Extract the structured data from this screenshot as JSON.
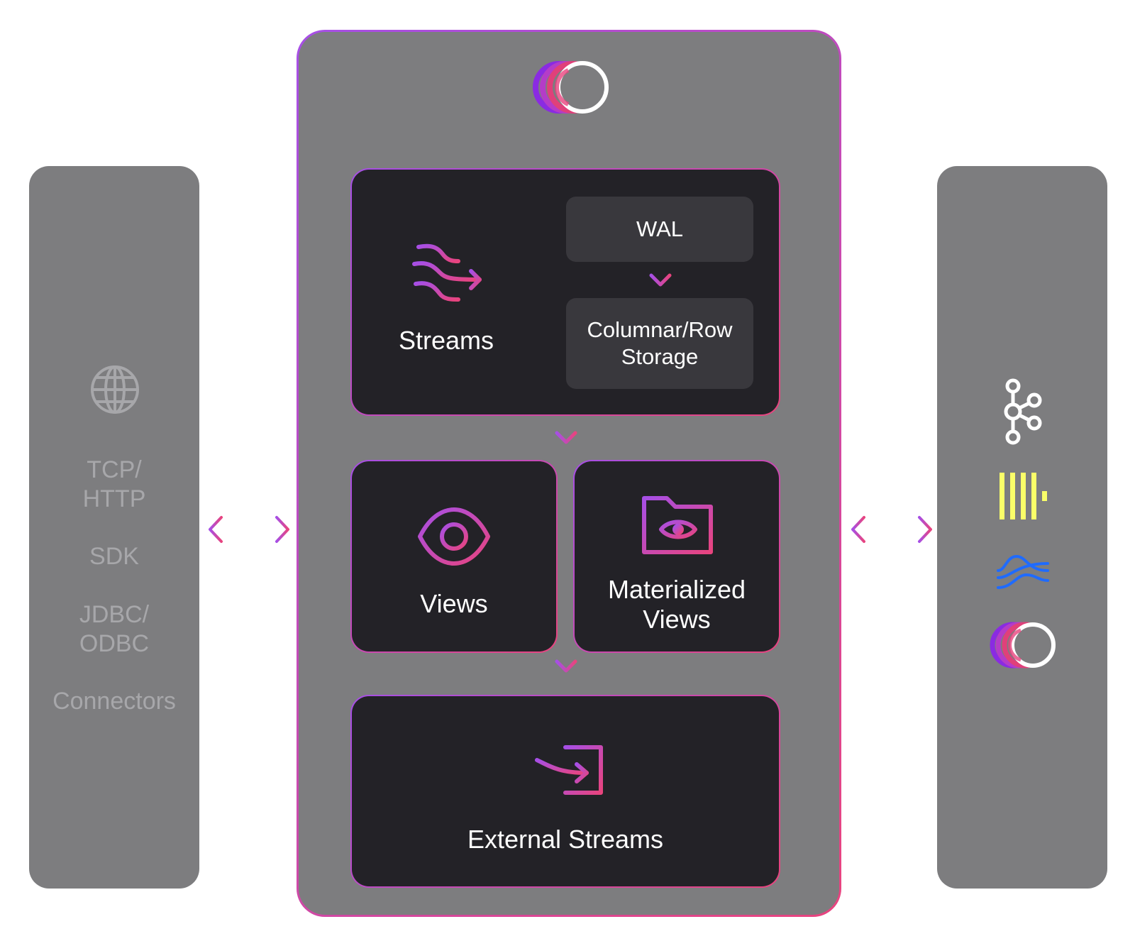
{
  "colors": {
    "accent_start": "#a64fe6",
    "accent_end": "#e8447e",
    "panel_gray": "#7d7d7f",
    "box_dark": "#232227",
    "inner_box": "#39383d",
    "kafka_white": "#ffffff",
    "clickhouse_yellow": "#faff69",
    "wave_blue": "#1f6bff"
  },
  "left_panel": {
    "globe_icon": "globe-icon",
    "items": [
      "TCP/\nHTTP",
      "SDK",
      "JDBC/\nODBC",
      "Connectors"
    ]
  },
  "center_panel": {
    "logo_icon": "rings-logo-icon",
    "streams_box": {
      "icon": "streams-wave-arrow-icon",
      "label": "Streams",
      "wal_label": "WAL",
      "storage_label": "Columnar/Row\nStorage"
    },
    "views_box": {
      "icon": "eye-icon",
      "label": "Views"
    },
    "materialized_box": {
      "icon": "folder-eye-icon",
      "label": "Materialized\nViews"
    },
    "external_box": {
      "icon": "arrow-into-box-icon",
      "label": "External Streams"
    }
  },
  "right_panel": {
    "icons": [
      "kafka-icon",
      "clickhouse-icon",
      "wave-icon",
      "rings-logo-icon"
    ]
  }
}
